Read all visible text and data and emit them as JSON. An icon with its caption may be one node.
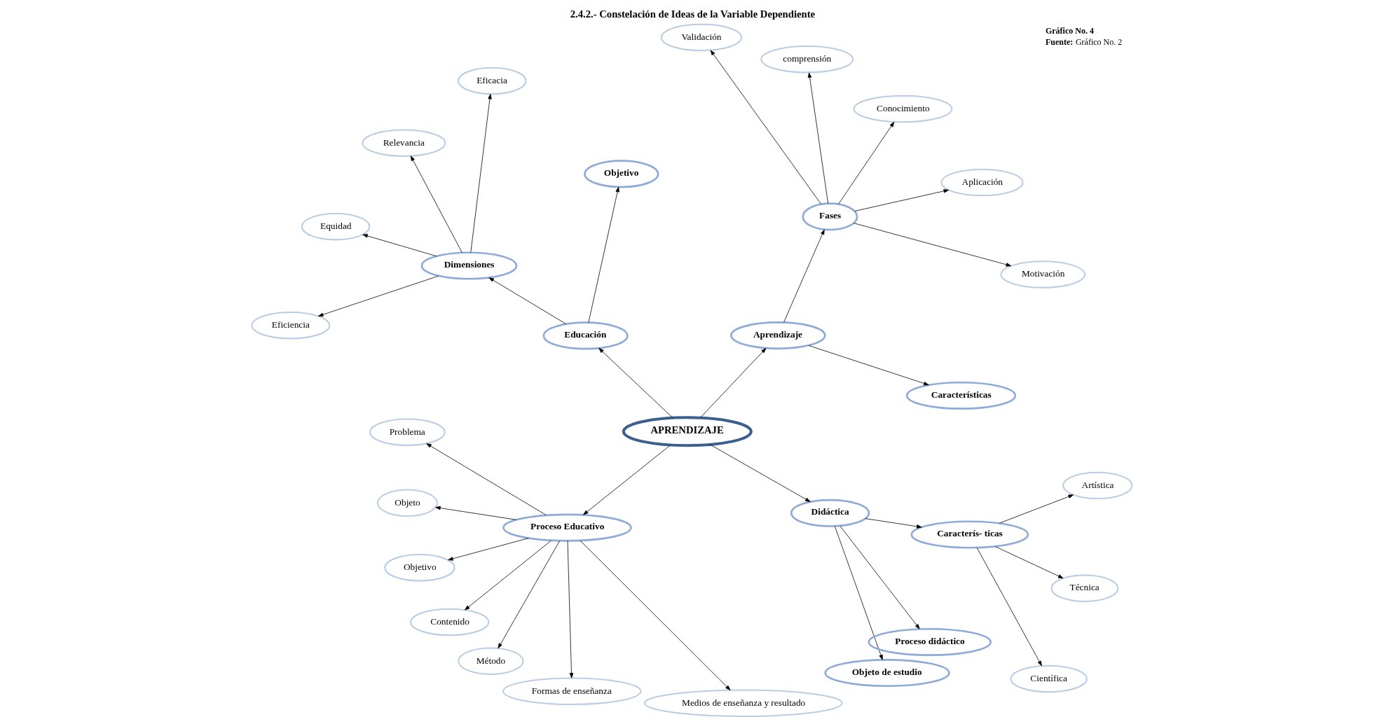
{
  "diagram": {
    "title": "2.4.2.- Constelación de Ideas de la Variable Dependiente",
    "nodes": [
      {
        "text": [
          "APRENDIZAJE"
        ]
      },
      {
        "text": [
          "Aprendizaje"
        ]
      },
      {
        "text": [
          "Características"
        ]
      },
      {
        "text": [
          "Fases"
        ]
      },
      {
        "text": [
          "Motivación"
        ]
      },
      {
        "text": [
          "Aplicación"
        ]
      },
      {
        "text": [
          "Conocimiento"
        ]
      },
      {
        "text": [
          "comprensión"
        ]
      },
      {
        "text": [
          "Validación"
        ]
      },
      {
        "text": [
          "Educación"
        ]
      },
      {
        "text": [
          "Objetivo"
        ]
      },
      {
        "text": [
          "Dimensiones"
        ]
      },
      {
        "text": [
          "Eficacia"
        ]
      },
      {
        "text": [
          "Relevancia"
        ]
      },
      {
        "text": [
          "Equidad"
        ]
      },
      {
        "text": [
          "Eficiencia"
        ]
      },
      {
        "text": [
          "Proceso Educativo"
        ]
      },
      {
        "text": [
          "Problema"
        ]
      },
      {
        "text": [
          "Objeto"
        ]
      },
      {
        "text": [
          "Objetivo"
        ]
      },
      {
        "text": [
          "Contenido"
        ]
      },
      {
        "text": [
          "Método"
        ]
      },
      {
        "text": [
          "Formas de enseñanza"
        ]
      },
      {
        "text": [
          "Medios de enseñanza y resultado"
        ]
      },
      {
        "text": [
          "Didáctica"
        ]
      },
      {
        "text": [
          "Objeto de estudio"
        ]
      },
      {
        "text": [
          "Proceso didáctico"
        ]
      },
      {
        "text": [
          "Caracterís- ticas"
        ]
      },
      {
        "text": [
          "Científica"
        ]
      },
      {
        "text": [
          "Técnica"
        ]
      },
      {
        "text": [
          "Artística"
        ]
      }
    ],
    "edges": [
      {
        "from": 0,
        "to": 1,
        "arrow": "to"
      },
      {
        "from": 1,
        "to": 2,
        "arrow": "to"
      },
      {
        "from": 1,
        "to": 3,
        "arrow": "to"
      },
      {
        "from": 3,
        "to": 4,
        "arrow": "to"
      },
      {
        "from": 3,
        "to": 5,
        "arrow": "to"
      },
      {
        "from": 3,
        "to": 6,
        "arrow": "to"
      },
      {
        "from": 3,
        "to": 7,
        "arrow": "to"
      },
      {
        "from": 3,
        "to": 8,
        "arrow": "to"
      },
      {
        "from": 0,
        "to": 9,
        "arrow": "to"
      },
      {
        "from": 9,
        "to": 10,
        "arrow": "to"
      },
      {
        "from": 9,
        "to": 11,
        "arrow": "to"
      },
      {
        "from": 11,
        "to": 12,
        "arrow": "to"
      },
      {
        "from": 11,
        "to": 13,
        "arrow": "to"
      },
      {
        "from": 11,
        "to": 14,
        "arrow": "to"
      },
      {
        "from": 11,
        "to": 15,
        "arrow": "to"
      },
      {
        "from": 0,
        "to": 16,
        "arrow": "to"
      },
      {
        "from": 16,
        "to": 17,
        "arrow": "to"
      },
      {
        "from": 16,
        "to": 18,
        "arrow": "to"
      },
      {
        "from": 16,
        "to": 19,
        "arrow": "to"
      },
      {
        "from": 16,
        "to": 20,
        "arrow": "to"
      },
      {
        "from": 16,
        "to": 21,
        "arrow": "to"
      },
      {
        "from": 16,
        "to": 22,
        "arrow": "to"
      },
      {
        "from": 16,
        "to": 23,
        "arrow": "to"
      },
      {
        "from": 0,
        "to": 24,
        "arrow": "to"
      },
      {
        "from": 24,
        "to": 25,
        "arrow": "to"
      },
      {
        "from": 24,
        "to": 26,
        "arrow": "to"
      },
      {
        "from": 24,
        "to": 27,
        "arrow": "to"
      },
      {
        "from": 27,
        "to": 28,
        "arrow": "to"
      },
      {
        "from": 27,
        "to": 29,
        "arrow": "to"
      },
      {
        "from": 27,
        "to": 30,
        "arrow": "to"
      }
    ],
    "labels": [
      "**Gráfico No. 4**",
      "**Fuente:** Gráfico No. 2"
    ]
  }
}
